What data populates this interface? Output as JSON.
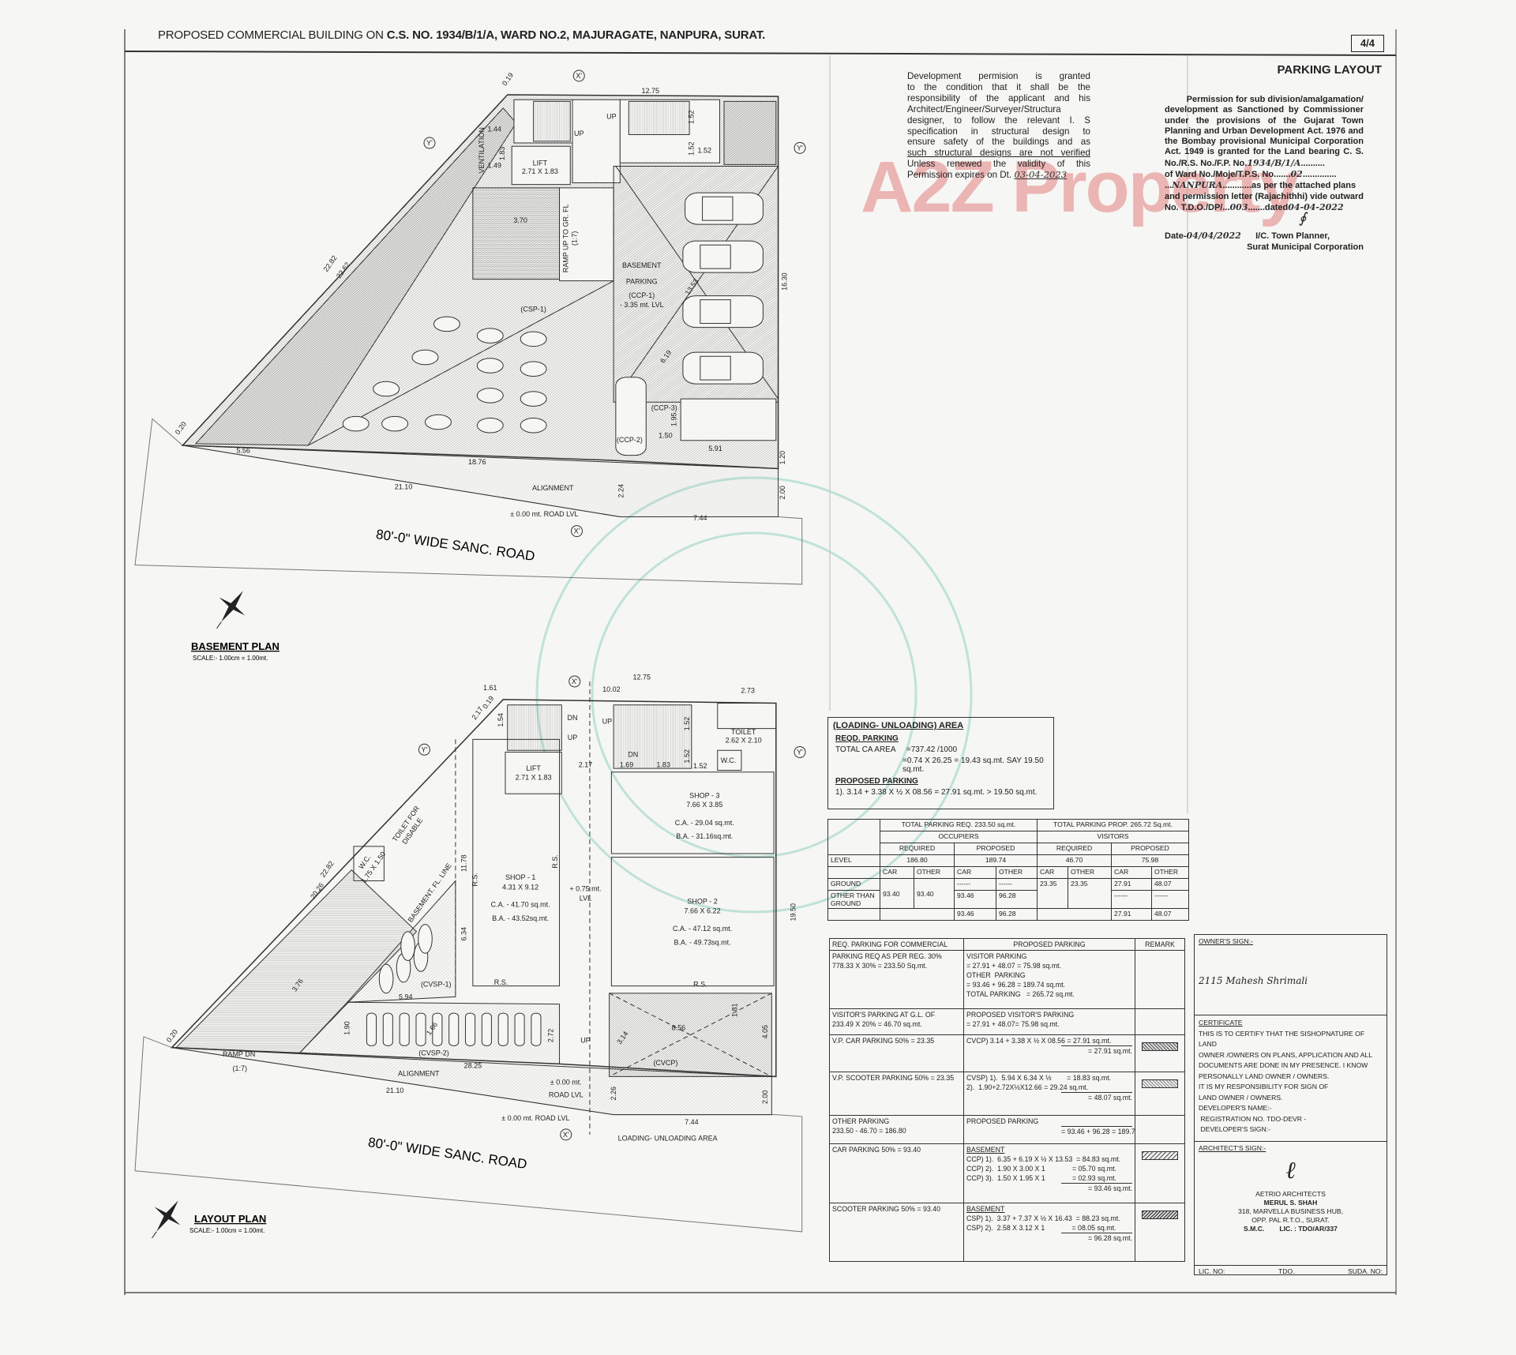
{
  "header": {
    "prefix": "PROPOSED COMMERCIAL BUILDING ON ",
    "bold": "C.S. NO. 1934/B/1/A, WARD NO.2, MAJURAGATE, NANPURA, SURAT.",
    "sheet": "4/4"
  },
  "drawing_title": "PARKING LAYOUT",
  "watermark": "A2Z Property",
  "development_note": {
    "lines": [
      "Development permision is granted",
      "to the condition that it shall be the",
      "responsibility of the applicant and his",
      "Architect/Engineer/Surveyer/Structura",
      "designer, to follow the relevant I. S",
      "specification in structural design to",
      "ensure safety of the buildings and as",
      "such structural designs are not verified",
      "Unless renewed the validity of this"
    ],
    "expiry_label": "Permission expires on Dt.",
    "expiry_date": "03-04-2023"
  },
  "sanction_stamp": {
    "lines": [
      "Permission for sub division/amalgamation/",
      "development as Sanctioned by Commissioner",
      "under the provisions of the Gujarat Town",
      "Planning and Urban Development Act. 1976 and",
      "the Bombay provisional Municipal Corporation",
      "Act. 1949 is granted for the Land bearing C. S."
    ],
    "cs_label": "No./R.S. No./F.P. No.",
    "cs_value": "1934/B/1/A",
    "ward_label": "of Ward No./Moje/T.P.S. No.",
    "ward_value": "02",
    "area_value": "NANPURA",
    "area_suffix": "as per the attached plans",
    "letter_line": "and permission letter (Rajachithhi) vide outward",
    "no_label": "No. T.D.O./DP/...",
    "no_value": "003",
    "dated_label": "dated",
    "dated_value": "04-04-2022",
    "date_label": "Date-",
    "date_value": "04/04/2022",
    "signatory": "I/C. Town Planner,",
    "org": "Surat Municipal Corporation"
  },
  "basement_plan": {
    "title": "BASEMENT PLAN",
    "scale": "SCALE:- 1.00cm = 1.00mt.",
    "road": "80'-0\" WIDE SANC. ROAD",
    "labels": [
      "12.75",
      "1.52",
      "1.52",
      "1.52",
      "1.44",
      "1.83",
      "1.49",
      "3.70",
      "22.82",
      "22.62",
      "16.30",
      "6.19",
      "13.53",
      "1.50",
      "1.95",
      "5.91",
      "18.76",
      "5.56",
      "21.10",
      "7.44",
      "2.00",
      "1.20",
      "2.24",
      "0.20",
      "0.19",
      "LIFT",
      "2.71 X 1.83",
      "UP",
      "UP",
      "RAMP UP TO GR. FL",
      "(1:7)",
      "BASEMENT",
      "PARKING",
      "(CCP-1)",
      "- 3.35 mt. LVL",
      "(CSP-1)",
      "(CCP-2)",
      "(CCP-3)",
      "VENTILATION",
      "ALIGNMENT",
      "± 0.00 mt.  ROAD LVL",
      "X'",
      "X'",
      "Y'",
      "Y'"
    ]
  },
  "layout_plan": {
    "title": "LAYOUT PLAN",
    "scale": "SCALE:- 1.00cm = 1.00mt.",
    "road": "80'-0\" WIDE SANC. ROAD",
    "labels": [
      "12.75",
      "1.61",
      "10.02",
      "2.73",
      "1.54",
      "0.19",
      "2.17",
      "1.52",
      "1.52",
      "2.17",
      "1.69",
      "1.83",
      "1.52",
      "22.82",
      "20.26",
      "11.78",
      "6.34",
      "3.76",
      "5.94",
      "1.90",
      "1.66",
      "2.72",
      "28.25",
      "21.10",
      "7.44",
      "2.26",
      "2.00",
      "19.50",
      "0.20",
      "3.14",
      "8.56",
      "1.81",
      "4.05",
      "TOILET",
      "2.62 X 2.10",
      "W.C.",
      "DN",
      "UP",
      "UP",
      "DN",
      "LIFT",
      "2.71 X 1.83",
      "SHOP - 3",
      "7.66 X 3.85",
      "C.A. - 29.04 sq.mt.",
      "B.A. - 31.16sq.mt.",
      "SHOP - 1",
      "4.31 X 9.12",
      "C.A. - 41.70 sq.mt.",
      "B.A. -  43.52sq.mt.",
      "SHOP - 2",
      "7.66 X 6.22",
      "C.A. - 47.12 sq.mt.",
      "B.A. - 49.73sq.mt.",
      "+ 0.75 mt.",
      "LVL",
      "W.C.",
      "1.75 X 1.50",
      "TOILET FOR",
      "DISABLE",
      "BASEMENT. FL. LINE",
      "(CVSP-1)",
      "(CVSP-2)",
      "(CVCP)",
      "UP",
      "RAMP DN",
      "(1:7)",
      "ALIGNMENT",
      "± 0.00 mt.",
      "ROAD LVL",
      "± 0.00 mt.  ROAD LVL",
      "LOADING- UNLOADING AREA",
      "R.S.",
      "R.S.",
      "R.S.",
      "R.S.",
      "X'",
      "X'",
      "Y'",
      "Y'"
    ]
  },
  "loading_area": {
    "heading": "(LOADING- UNLOADING) AREA",
    "reqd_heading": "REQD. PARKING",
    "total_ca": "TOTAL CA AREA     =737.42 /1000",
    "calc": "=0.74 X 26.25 = 19.43 sq.mt. SAY 19.50 sq.mt.",
    "proposed_heading": "PROPOSED PARKING",
    "proposed": "1). 3.14 + 3.38 X ½ X 08.56 = 27.91 sq.mt. > 19.50 sq.mt."
  },
  "parking_summary": {
    "total_req": "TOTAL PARKING REQ. 233.50  sq.mt.",
    "total_prop": "TOTAL PARKING PROP. 265.72 Sq.mt.",
    "occupiers": "OCCUPIERS",
    "visitors": "VISITORS",
    "required": "REQUIRED",
    "proposed": "PROPOSED",
    "level": "LEVEL",
    "occ_req_total": "186.80",
    "occ_prop_total": "189.74",
    "vis_req_total": "46.70",
    "vis_prop_total": "75.98",
    "car": "CAR",
    "other": "OTHER",
    "rows": {
      "ground": "GROUND",
      "other_than_ground": "OTHER THAN GROUND",
      "occ_req_car": "93.40",
      "occ_req_other": "93.40",
      "ground_occ_prop_car": "------",
      "ground_occ_prop_other": "------",
      "otg_occ_prop_car": "93.46",
      "otg_occ_prop_other": "96.28",
      "vis_req_car": "23.35",
      "vis_req_other": "23.35",
      "ground_vis_prop_car": "27.91",
      "ground_vis_prop_other": "48.07",
      "otg_vis_prop_car": "------",
      "otg_vis_prop_other": "------",
      "total_occ_car": "93.46",
      "total_occ_other": "96.28",
      "total_vis_car": "27.91",
      "total_vis_other": "48.07"
    }
  },
  "commercial_table": {
    "headers": [
      "REQ. PARKING FOR COMMERCIAL",
      "PROPOSED PARKING",
      "REMARK"
    ],
    "rows": [
      {
        "req": [
          "PARKING REQ AS PER REG.  30%",
          "778.33 X 30%   = 233.50 Sq.mt."
        ],
        "prop": [
          "VISITOR PARKING",
          "= 27.91 + 48.07 = 75.98 sq.mt.",
          "OTHER  PARKING",
          "= 93.46 + 96.28 = 189.74 sq.mt.",
          "TOTAL PARKING   = 265.72 sq.mt."
        ]
      },
      {
        "req": [
          "VISITOR'S PARKING AT G.L. OF",
          "233.49 X 20%  = 46.70 sq.mt."
        ],
        "prop": [
          "PROPOSED VISITOR'S PARKING",
          "= 27.91 + 48.07= 75.98 sq.mt."
        ]
      },
      {
        "req": [
          "V.P. CAR PARKING 50%   = 23.35"
        ],
        "prop": [
          "CVCP) 3.14 + 3.38 X ½ X 08.56 = 27.91 sq.mt.",
          "= 27.91 sq.mt."
        ]
      },
      {
        "req": [
          "V.P. SCOOTER PARKING 50% = 23.35"
        ],
        "prop": [
          "CVSP) 1).  5.94 X 6.34 X ½        = 18.83 sq.mt.",
          "2).  1.90+2.72X½X12.66 = 29.24 sq.mt.",
          "= 48.07 sq.mt."
        ]
      },
      {
        "req": [
          "OTHER PARKING",
          "233.50 - 46.70 = 186.80"
        ],
        "prop": [
          "PROPOSED PARKING",
          "= 93.46 + 96.28 = 189.74 sq.mt."
        ]
      },
      {
        "req": [
          "CAR PARKING 50% = 93.40"
        ],
        "prop": [
          "BASEMENT",
          "CCP) 1).  6.35 + 6.19 X ½ X 13.53  = 84.83 sq.mt.",
          "CCP) 2).  1.90 X 3.00 X 1              = 05.70 sq.mt.",
          "CCP) 3).  1.50 X 1.95 X 1              = 02.93 sq.mt.",
          "= 93.46 sq.mt."
        ]
      },
      {
        "req": [
          "SCOOTER PARKING 50% = 93.40"
        ],
        "prop": [
          "BASEMENT",
          "CSP) 1).  3.37 + 7.37 X ½ X 16.43  = 88.23 sq.mt.",
          "CSP) 2).  2.58 X 3.12 X 1              = 08.05 sq.mt.",
          "= 96.28 sq.mt."
        ]
      }
    ]
  },
  "owner_block": {
    "owner_sign": "OWNER'S SIGN:-",
    "owner_signature": "2115 Mahesh Shrimali",
    "certificate_heading": "CERTIFICATE",
    "certificate_lines": [
      "THIS IS TO CERTIFY THAT THE SISHOPNATURE OF LAND",
      "OWNER /OWNERS ON PLANS,  APPLICATION AND ALL",
      "DOCUMENTS  ARE DONE IN MY PRESENCE. I KNOW",
      "PERSONALLY   LAND OWNER / OWNERS.",
      "IT IS MY RESPONSIBILITY FOR SIGN OF",
      "LAND OWNER / OWNERS.",
      "DEVELOPER'S NAME:-",
      " REGISTRATION NO. TDO-DEVR -",
      " DEVELOPER'S SIGN:-"
    ],
    "architect_sign": "ARCHITECT'S SIGN:-",
    "firm": "AETRIO ARCHITECTS",
    "architect": "MERUL S. SHAH",
    "address1": "318, MARVELLA BUSINESS HUB,",
    "address2": "OPP.  PAL R.T.O., SURAT.",
    "smc": "S.M.C.",
    "lic": "LIC. : TDO/AR/337",
    "footer": [
      "LIC. NO:",
      "TDO.",
      "SUDA. NO:"
    ]
  },
  "colors": {
    "ink": "#222222",
    "seal": "#9fd4c4"
  }
}
